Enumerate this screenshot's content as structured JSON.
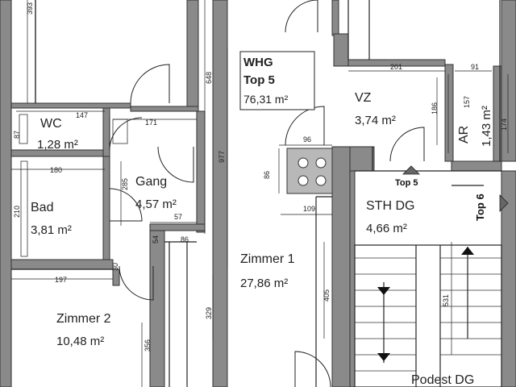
{
  "unit": {
    "name": "WHG",
    "number": "Top 5",
    "area": "76,31 m²"
  },
  "rooms": {
    "wc": {
      "name": "WC",
      "area": "1,28 m²"
    },
    "bad": {
      "name": "Bad",
      "area": "3,81 m²"
    },
    "gang": {
      "name": "Gang",
      "area": "4,57 m²"
    },
    "zimmer2": {
      "name": "Zimmer 2",
      "area": "10,48 m²"
    },
    "zimmer1": {
      "name": "Zimmer 1",
      "area": "27,86 m²"
    },
    "vz": {
      "name": "VZ",
      "area": "3,74 m²"
    },
    "ar": {
      "name": "AR",
      "area": "1,43 m²"
    },
    "sth": {
      "name": "STH DG",
      "area": "4,66 m²"
    },
    "podest": {
      "name": "Podest DG"
    }
  },
  "markers": {
    "top5": "Top 5",
    "top6": "Top 6"
  },
  "dimensions": {
    "d393": "393",
    "d648": "648",
    "d147": "147",
    "d87": "87",
    "d171": "171",
    "d180": "180",
    "d210": "210",
    "d285": "285",
    "d57": "57",
    "d54": "54",
    "d86a": "86",
    "d30": "30",
    "d197": "197",
    "d356": "356",
    "d329": "329",
    "d977": "977",
    "d96": "96",
    "d86b": "86",
    "d109": "109",
    "d405": "405",
    "d201": "201",
    "d91": "91",
    "d186": "186",
    "d157": "157",
    "d174": "174",
    "d531": "531"
  }
}
